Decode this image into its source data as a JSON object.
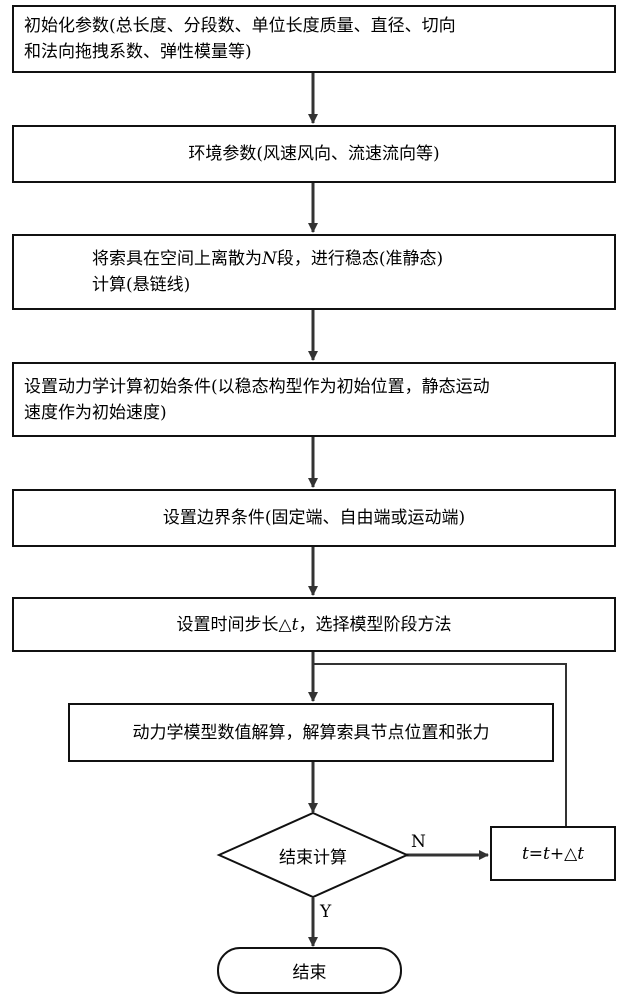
{
  "steps": {
    "s1": {
      "line1": "初始化参数(总长度、分段数、单位长度质量、直径、切向",
      "line2": "和法向拖拽系数、弹性模量等)"
    },
    "s2": {
      "text": "环境参数(风速风向、流速流向等)"
    },
    "s3": {
      "line1_a": "将索具在空间上离散为",
      "line1_var": "N",
      "line1_b": "段，进行稳态(准静态)",
      "line2": "计算(悬链线)"
    },
    "s4": {
      "line1": "设置动力学计算初始条件(以稳态构型作为初始位置，静态运动",
      "line2": "速度作为初始速度)"
    },
    "s5": {
      "text": "设置边界条件(固定端、自由端或运动端)"
    },
    "s6": {
      "text_a": "设置时间步长△",
      "var": "t",
      "text_b": "，选择模型阶段方法"
    },
    "s7": {
      "text": "动力学模型数值解算，解算索具节点位置和张力"
    },
    "decision": {
      "text": "结束计算"
    },
    "update": {
      "var1": "t",
      "eq": "=",
      "var2": "t",
      "plus": "+△",
      "var3": "t"
    },
    "end": {
      "text": "结束"
    }
  },
  "labels": {
    "no": "N",
    "yes": "Y"
  }
}
